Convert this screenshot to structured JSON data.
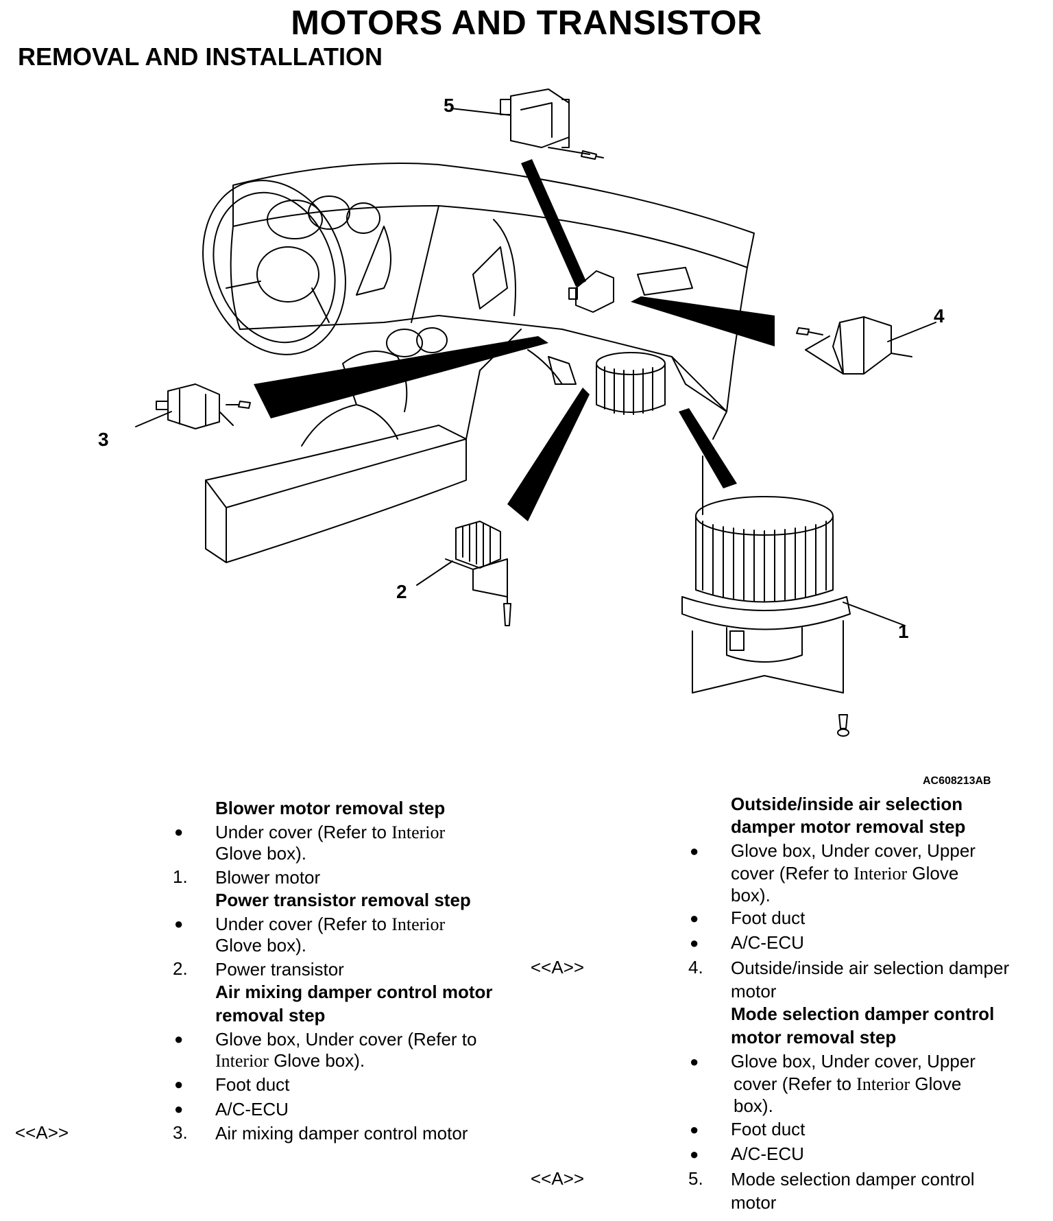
{
  "title": "MOTORS AND TRANSISTOR",
  "subtitle": "REMOVAL AND INSTALLATION",
  "figure_id": "AC608213AB",
  "callouts": [
    "1",
    "2",
    "3",
    "4",
    "5"
  ],
  "left_column": {
    "blower_header": "Blower motor removal step",
    "blower_b1_a": "Under cover (Refer to ",
    "blower_b1_ref": "Interior",
    "blower_b1_b": "Glove box).",
    "blower_step_num": "1.",
    "blower_step": "Blower motor",
    "transistor_header": "Power transistor removal step",
    "transistor_b1_a": "Under cover (Refer to ",
    "transistor_b1_ref": "Interior",
    "transistor_b1_b": "Glove box).",
    "transistor_step_num": "2.",
    "transistor_step": "Power transistor",
    "airmix_header_1": "Air mixing damper control motor",
    "airmix_header_2": "removal step",
    "airmix_b1_a": "Glove box, Under cover (Refer to",
    "airmix_b1_ref": "Interior",
    "airmix_b1_b": " Glove box).",
    "airmix_b2": "Foot duct",
    "airmix_b3": "A/C-ECU",
    "airmix_mark": "<<A>>",
    "airmix_step_num": "3.",
    "airmix_step": "Air mixing damper control motor"
  },
  "right_column": {
    "outside_header_1": "Outside/inside air selection",
    "outside_header_2": "damper motor removal step",
    "outside_b1_a": "Glove box, Under cover, Upper",
    "outside_b1_b": "cover (Refer to ",
    "outside_b1_ref": "Interior",
    "outside_b1_c": " Glove",
    "outside_b1_d": "box).",
    "outside_b2": "Foot duct",
    "outside_b3": "A/C-ECU",
    "outside_mark": "<<A>>",
    "outside_step_num": "4.",
    "outside_step_1": "Outside/inside air selection damper",
    "outside_step_2": "motor",
    "mode_header_1": "Mode selection damper control",
    "mode_header_2": "motor removal step",
    "mode_b1_a": "Glove box, Under cover, Upper",
    "mode_b1_b": "cover (Refer to ",
    "mode_b1_ref": "Interior",
    "mode_b1_c": " Glove",
    "mode_b1_d": "box).",
    "mode_b2": "Foot duct",
    "mode_b3": "A/C-ECU",
    "mode_mark": "<<A>>",
    "mode_step_num": "5.",
    "mode_step_1": "Mode selection damper control",
    "mode_step_2": "motor"
  }
}
